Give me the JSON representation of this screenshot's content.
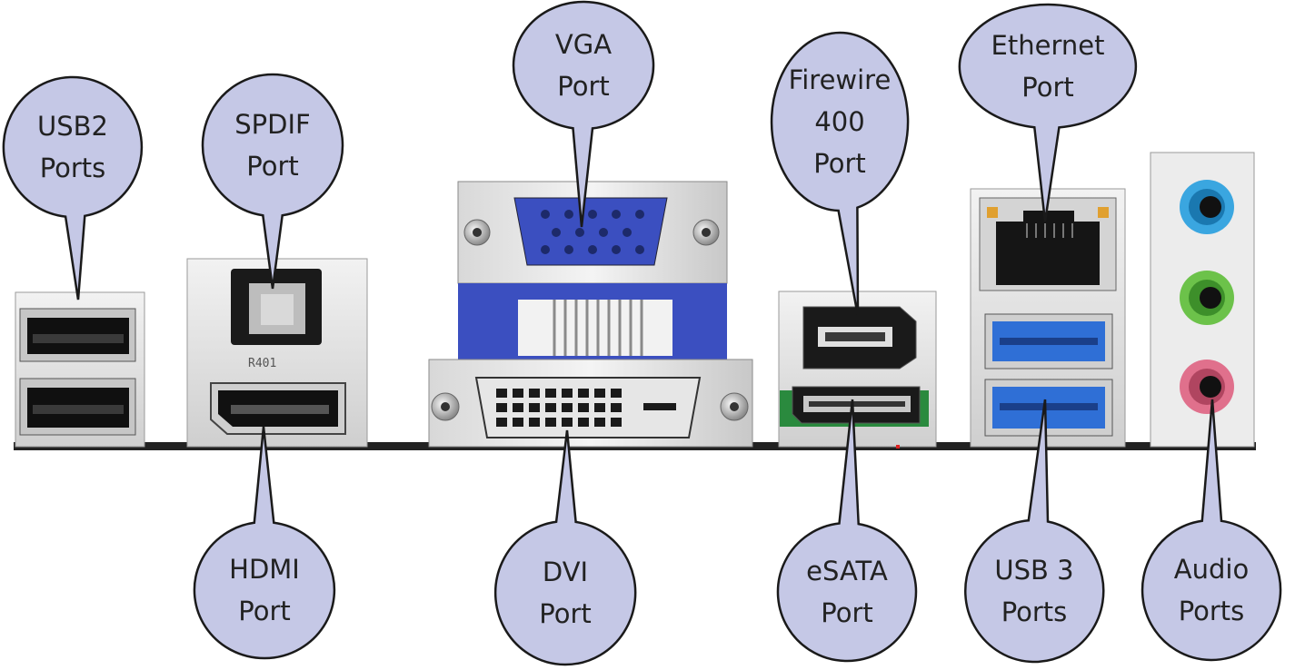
{
  "callouts": [
    {
      "id": "usb2",
      "lines": [
        "USB2",
        "Ports"
      ]
    },
    {
      "id": "spdif",
      "lines": [
        "SPDIF",
        "Port"
      ]
    },
    {
      "id": "vga",
      "lines": [
        "VGA",
        "Port"
      ]
    },
    {
      "id": "firewire",
      "lines": [
        "Firewire",
        "400",
        "Port"
      ]
    },
    {
      "id": "ethernet",
      "lines": [
        "Ethernet",
        "Port"
      ]
    },
    {
      "id": "hdmi",
      "lines": [
        "HDMI",
        "Port"
      ]
    },
    {
      "id": "dvi",
      "lines": [
        "DVI",
        "Port"
      ]
    },
    {
      "id": "esata",
      "lines": [
        "eSATA",
        "Port"
      ]
    },
    {
      "id": "usb3",
      "lines": [
        "USB 3",
        "Ports"
      ]
    },
    {
      "id": "audio",
      "lines": [
        "Audio",
        "Ports"
      ]
    }
  ],
  "board_marking": "R401",
  "colors": {
    "callout_fill": "#c5c8e6",
    "callout_stroke": "#1a1a1a",
    "vga_blue": "#3b4fc0",
    "usb3_blue": "#2f6fd6",
    "audio_blue": "#3aa6e0",
    "audio_green": "#6cc24a",
    "audio_pink": "#e0708c",
    "pcb_green": "#2a8a3e"
  }
}
